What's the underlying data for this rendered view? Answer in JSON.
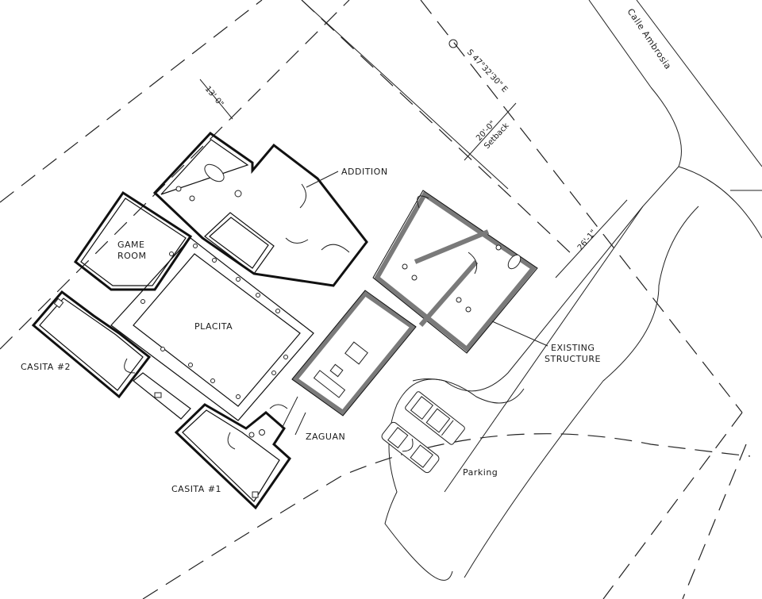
{
  "drawing": {
    "type": "architectural site plan",
    "stroke_color": "#222222",
    "existing_wall_color": "#7a7a7a",
    "background": "#ffffff"
  },
  "street": {
    "name": "Calle Ambrosia"
  },
  "property_line": {
    "bearing": "S 47°32'30\" E"
  },
  "dimensions": {
    "front_setback_value": "20'-0\"",
    "front_setback_label": "Setback",
    "side_dimension": "13'-0\"",
    "existing_offset": "26'-1\""
  },
  "rooms": {
    "game_room_line1": "GAME",
    "game_room_line2": "ROOM",
    "placita": "PLACITA",
    "casita_2": "CASITA #2",
    "casita_1": "CASITA #1",
    "zaguan": "ZAGUAN",
    "parking": "Parking"
  },
  "callouts": {
    "addition": "ADDITION",
    "existing_line1": "EXISTING",
    "existing_line2": "STRUCTURE"
  }
}
